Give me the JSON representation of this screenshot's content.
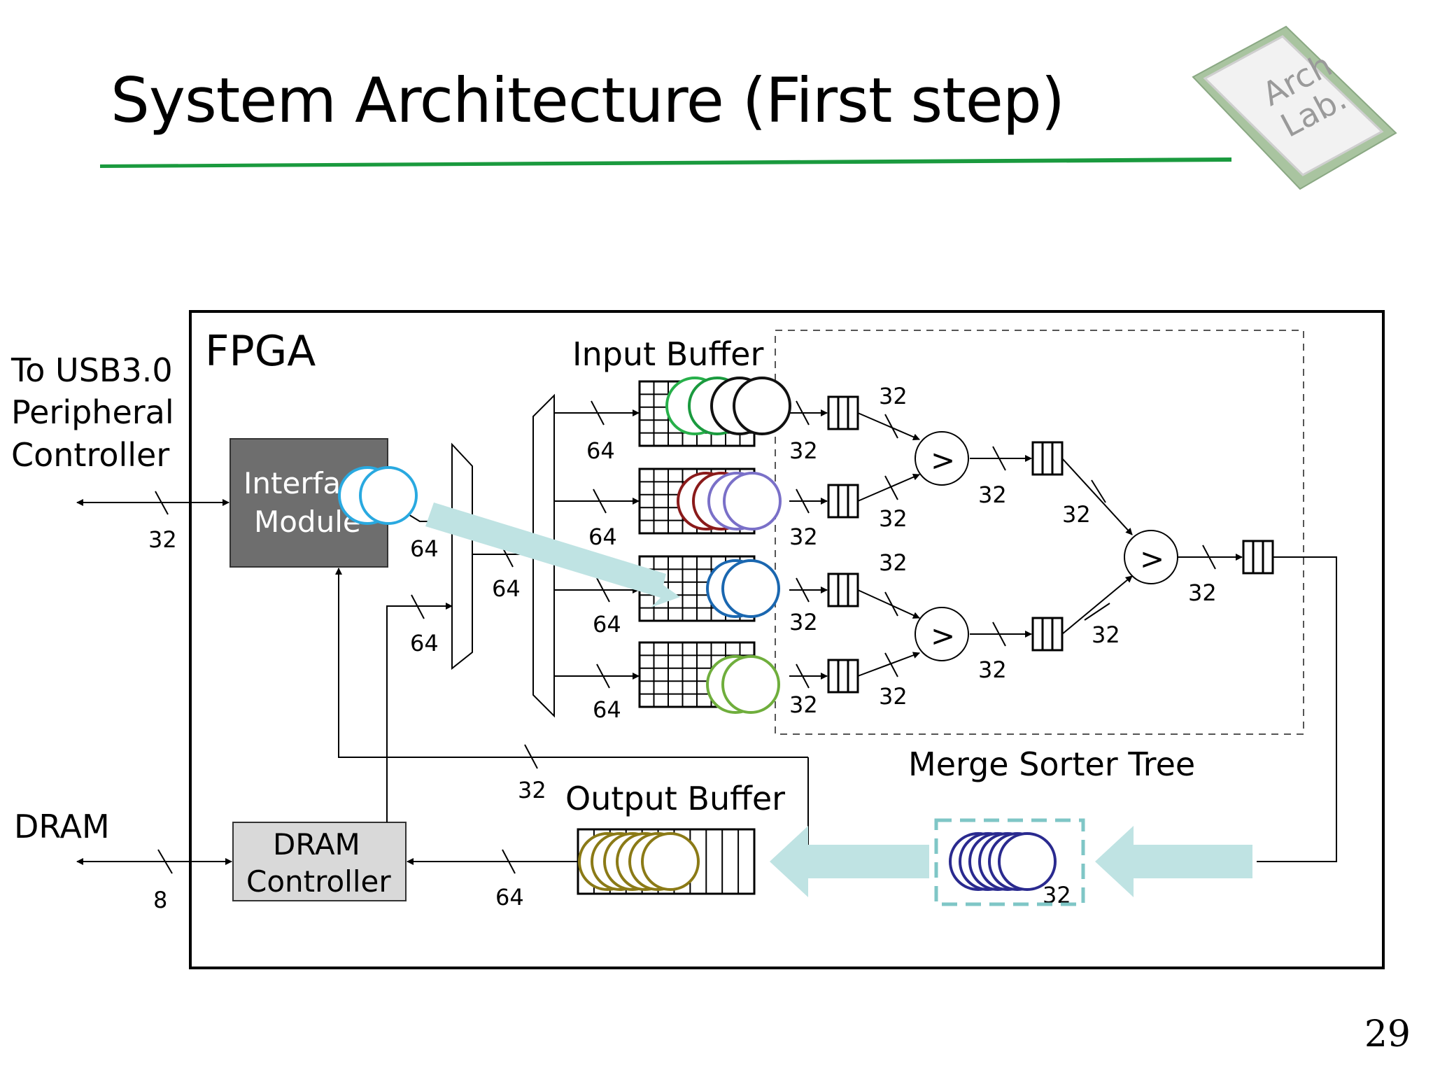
{
  "slide": {
    "title": "System Architecture (First step)",
    "page_number": "29",
    "logo_text": [
      "Arch",
      "Lab."
    ]
  },
  "diagram": {
    "fpga_label": "FPGA",
    "usb_label": [
      "To USB3.0",
      "Peripheral",
      "Controller"
    ],
    "dram_label": "DRAM",
    "interface_module": [
      "Interfa",
      "Module"
    ],
    "dram_controller": [
      "DRAM",
      "Controller"
    ],
    "input_buffer_label": "Input Buffer",
    "output_buffer_label": "Output Buffer",
    "merge_sorter_tree_label": "Merge Sorter Tree",
    "comparator_symbol": ">",
    "width_labels": {
      "usb_bus": "32",
      "iface_out_upper": "64",
      "iface_out_lower": "64",
      "mux1_out": "64",
      "ib_row1": "64",
      "ib_row2": "64",
      "ib_row3": "64",
      "ib_row4": "64",
      "after_ib1": "32",
      "after_ib2": "32",
      "after_ib3": "32",
      "after_ib4": "32",
      "comp1_in_top": "32",
      "comp1_in_bot": "32",
      "comp2_in_top": "32",
      "comp2_in_bot": "32",
      "comp1_out": "32",
      "comp2_out": "32",
      "stage2_in_top": "32",
      "stage2_in_bot": "32",
      "root_out": "32",
      "feedback": "32",
      "ob_to_dram": "64",
      "dram_bus": "8",
      "tail": "32"
    },
    "colors": {
      "interface_fill": "#6e6e6e",
      "dram_ctrl_fill": "#d9d9d9",
      "arrow_fill": "#bfe3e3",
      "title_rule": "#1a9a3e",
      "logo_green": "#a9c4a0"
    }
  }
}
